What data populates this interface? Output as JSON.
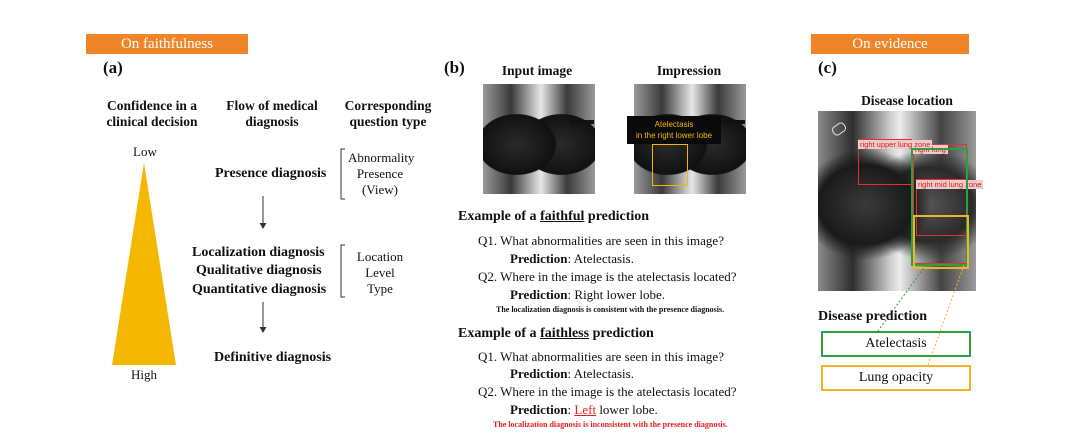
{
  "banners": {
    "faithfulness": "On faithfulness",
    "evidence": "On evidence"
  },
  "panel_a": {
    "letter": "(a)",
    "col_confidence": "Confidence in a clinical decision",
    "col_flow": "Flow of medical diagnosis",
    "col_question": "Corresponding question type",
    "low": "Low",
    "high": "High",
    "presence": "Presence diagnosis",
    "presence_types": [
      "Abnormality",
      "Presence",
      "(View)"
    ],
    "localization": "Localization diagnosis",
    "qualitative": "Qualitative diagnosis",
    "quantitative": "Quantitative diagnosis",
    "loc_types": [
      "Location",
      "Level",
      "Type"
    ],
    "definitive": "Definitive diagnosis",
    "colors": {
      "triangle": "#f5b800",
      "banner": "#f08428"
    }
  },
  "panel_b": {
    "letter": "(b)",
    "input_title": "Input image",
    "impression_title": "Impression",
    "impression_label_1": "Atelectasis",
    "impression_label_2": "in the right lower lobe",
    "faithful_prefix": "Example of a ",
    "faithful_word": "faithful",
    "faithful_suffix": " prediction",
    "faithless_word": "faithless",
    "q1": "Q1. What abnormalities are seen in this image?",
    "pred_label": "Prediction",
    "pred1": ": Atelectasis.",
    "q2": "Q2. Where in the image is the atelectasis located?",
    "pred2_faithful": ": Right lower lobe.",
    "pred2_left": "Left",
    "pred2_rest": " lower lobe.",
    "note_consistent": "The localization diagnosis is consistent with the presence diagnosis.",
    "note_inconsistent": "The localization diagnosis is inconsistent with the presence diagnosis."
  },
  "panel_c": {
    "letter": "(c)",
    "title": "Disease location",
    "labels": {
      "right_lung": "right lung",
      "right_upper": "right upper lung zone",
      "right_mid": "right mid lung zone"
    },
    "prediction_title": "Disease prediction",
    "pred_1": "Atelectasis",
    "pred_2": "Lung opacity",
    "colors": {
      "green": "#2e9e3e",
      "orange": "#f0b429",
      "red": "#d33333"
    }
  }
}
